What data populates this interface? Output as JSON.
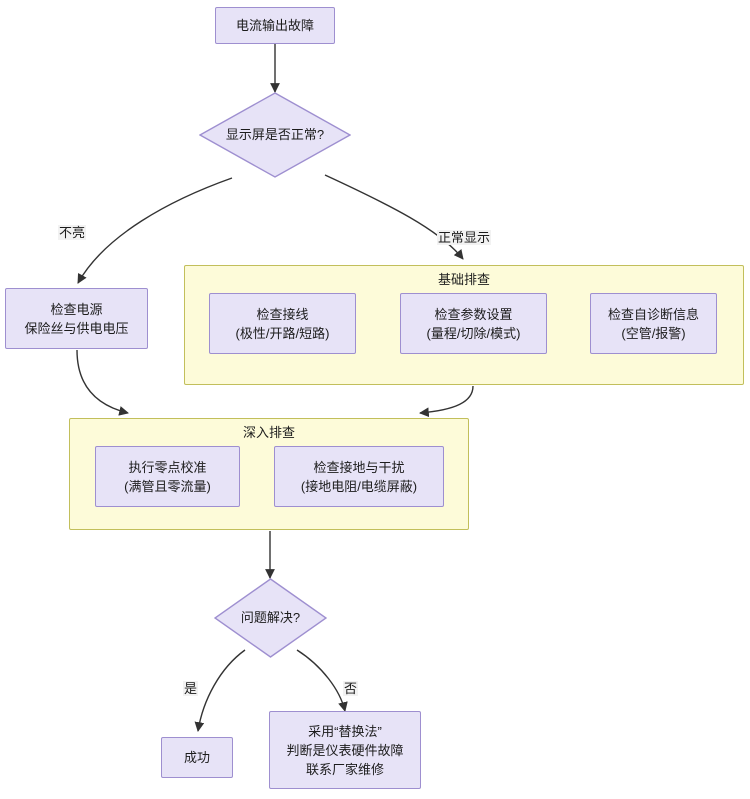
{
  "diagram": {
    "title_node": {
      "label": "电流输出故障"
    },
    "decisions": [
      {
        "id": "display-ok",
        "label": "显示屏是否正常?"
      },
      {
        "id": "problem-solved",
        "label": "问题解决?"
      }
    ],
    "edge_labels": {
      "not_lit": "不亮",
      "normal_display": "正常显示",
      "yes": "是",
      "no": "否"
    },
    "power_node": {
      "lines": [
        "检查电源",
        "保险丝与供电电压"
      ]
    },
    "clusters": [
      {
        "id": "basic-check",
        "title": "基础排查",
        "nodes": [
          {
            "id": "check-wiring",
            "lines": [
              "检查接线",
              "(极性/开路/短路)"
            ]
          },
          {
            "id": "check-params",
            "lines": [
              "检查参数设置",
              "(量程/切除/模式)"
            ]
          },
          {
            "id": "check-selfdiag",
            "lines": [
              "检查自诊断信息",
              "(空管/报警)"
            ]
          }
        ]
      },
      {
        "id": "deep-check",
        "title": "深入排查",
        "nodes": [
          {
            "id": "zero-calibration",
            "lines": [
              "执行零点校准",
              "(满管且零流量)"
            ]
          },
          {
            "id": "check-grounding",
            "lines": [
              "检查接地与干扰",
              "(接地电阻/电缆屏蔽)"
            ]
          }
        ]
      }
    ],
    "terminals": [
      {
        "id": "success",
        "lines": [
          "成功"
        ]
      },
      {
        "id": "replace-method",
        "lines": [
          "采用“替换法”",
          "判断是仪表硬件故障",
          "联系厂家维修"
        ]
      }
    ],
    "colors": {
      "node_fill": "#e7e3f7",
      "node_stroke": "#9e8fd0",
      "cluster_fill": "#fdfbd9",
      "cluster_stroke": "#c2bf5b",
      "edge_stroke": "#333333",
      "background": "#ffffff"
    }
  }
}
